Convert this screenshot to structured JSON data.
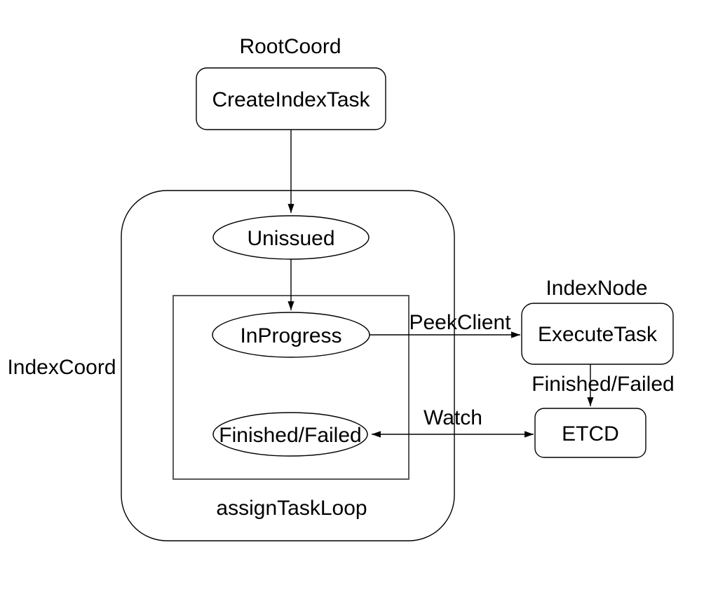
{
  "diagram": {
    "background_color": "#ffffff",
    "shape_stroke_color": "#000000",
    "loop_box_stroke_color": "#595959",
    "text_color": "#000000",
    "labels": {
      "root_coord": "RootCoord",
      "index_coord": "IndexCoord",
      "index_node": "IndexNode",
      "assign_task_loop": "assignTaskLoop"
    },
    "nodes": {
      "create_index_task": "CreateIndexTask",
      "unissued": "Unissued",
      "in_progress": "InProgress",
      "finished_failed": "Finished/Failed",
      "execute_task": "ExecuteTask",
      "etcd": "ETCD"
    },
    "edges": {
      "peek_client": "PeekClient",
      "finished_failed": "Finished/Failed",
      "watch": "Watch"
    }
  }
}
